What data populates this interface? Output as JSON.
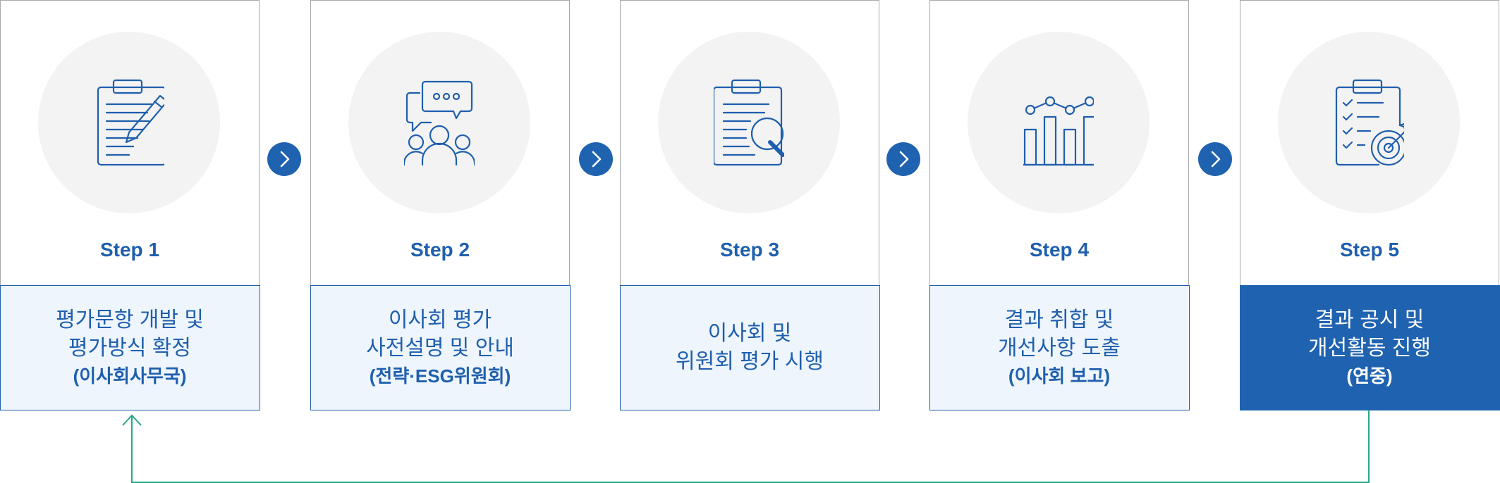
{
  "colors": {
    "primary": "#1f5fae",
    "active_fill": "#1f62b0",
    "light_fill": "#eef5fc",
    "circle": "#f3f3f3",
    "loop_line": "#26a889"
  },
  "steps": [
    {
      "step": "Step 1",
      "icon": "clipboard-pen-icon",
      "lines": [
        "평가문항 개발 및",
        "평가방식 확정"
      ],
      "sub": "(이사회사무국)"
    },
    {
      "step": "Step 2",
      "icon": "meeting-chat-icon",
      "lines": [
        "이사회 평가",
        "사전설명 및 안내"
      ],
      "sub": "(전략·ESG위원회)"
    },
    {
      "step": "Step 3",
      "icon": "clipboard-search-icon",
      "lines": [
        "이사회 및",
        "위원회 평가 시행"
      ],
      "sub": ""
    },
    {
      "step": "Step 4",
      "icon": "bar-chart-icon",
      "lines": [
        "결과 취합 및",
        "개선사항 도출"
      ],
      "sub": "(이사회 보고)"
    },
    {
      "step": "Step 5",
      "icon": "checklist-target-icon",
      "lines": [
        "결과 공시 및",
        "개선활동 진행"
      ],
      "sub": "(연중)"
    }
  ]
}
